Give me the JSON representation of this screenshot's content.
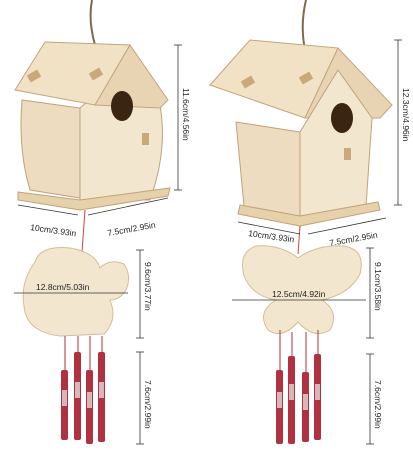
{
  "products": [
    {
      "name": "bee birdhouse wind chime",
      "height_label": "11.6cm/4.56in",
      "width_label": "10cm/3.93in",
      "depth_label": "7.5cm/2.95in",
      "charm_width_label": "12.8cm/5.03in",
      "charm_height_label": "9.6cm/3.77in",
      "chime_length_label": "7.6cm/2.99in"
    },
    {
      "name": "butterfly birdhouse wind chime",
      "height_label": "12.3cm/4.96in",
      "width_label": "10cm/3.93in",
      "depth_label": "7.5cm/2.95in",
      "charm_width_label": "12.5cm/4.92in",
      "charm_height_label": "9.1cm/3.58in",
      "chime_length_label": "7.6cm/2.99in"
    }
  ],
  "colors": {
    "wood_light": "#f3e6cf",
    "wood_mid": "#e9d6b5",
    "wood_dark": "#c9a97a",
    "hole": "#3a2412",
    "chime": "#b0313f",
    "rope": "#7b6a4c"
  }
}
